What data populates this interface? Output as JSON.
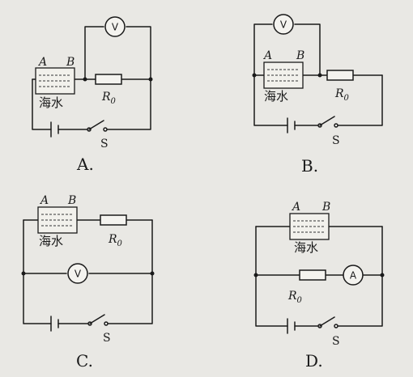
{
  "labels": {
    "end_a": "A",
    "end_b": "B",
    "seawater": "海水",
    "resistor": "R",
    "resistor_subscript": "0",
    "switch": "S",
    "voltmeter": "V",
    "ammeter": "A"
  },
  "options": [
    {
      "caption": "A."
    },
    {
      "caption": "B."
    },
    {
      "caption": "C."
    },
    {
      "caption": "D."
    }
  ]
}
